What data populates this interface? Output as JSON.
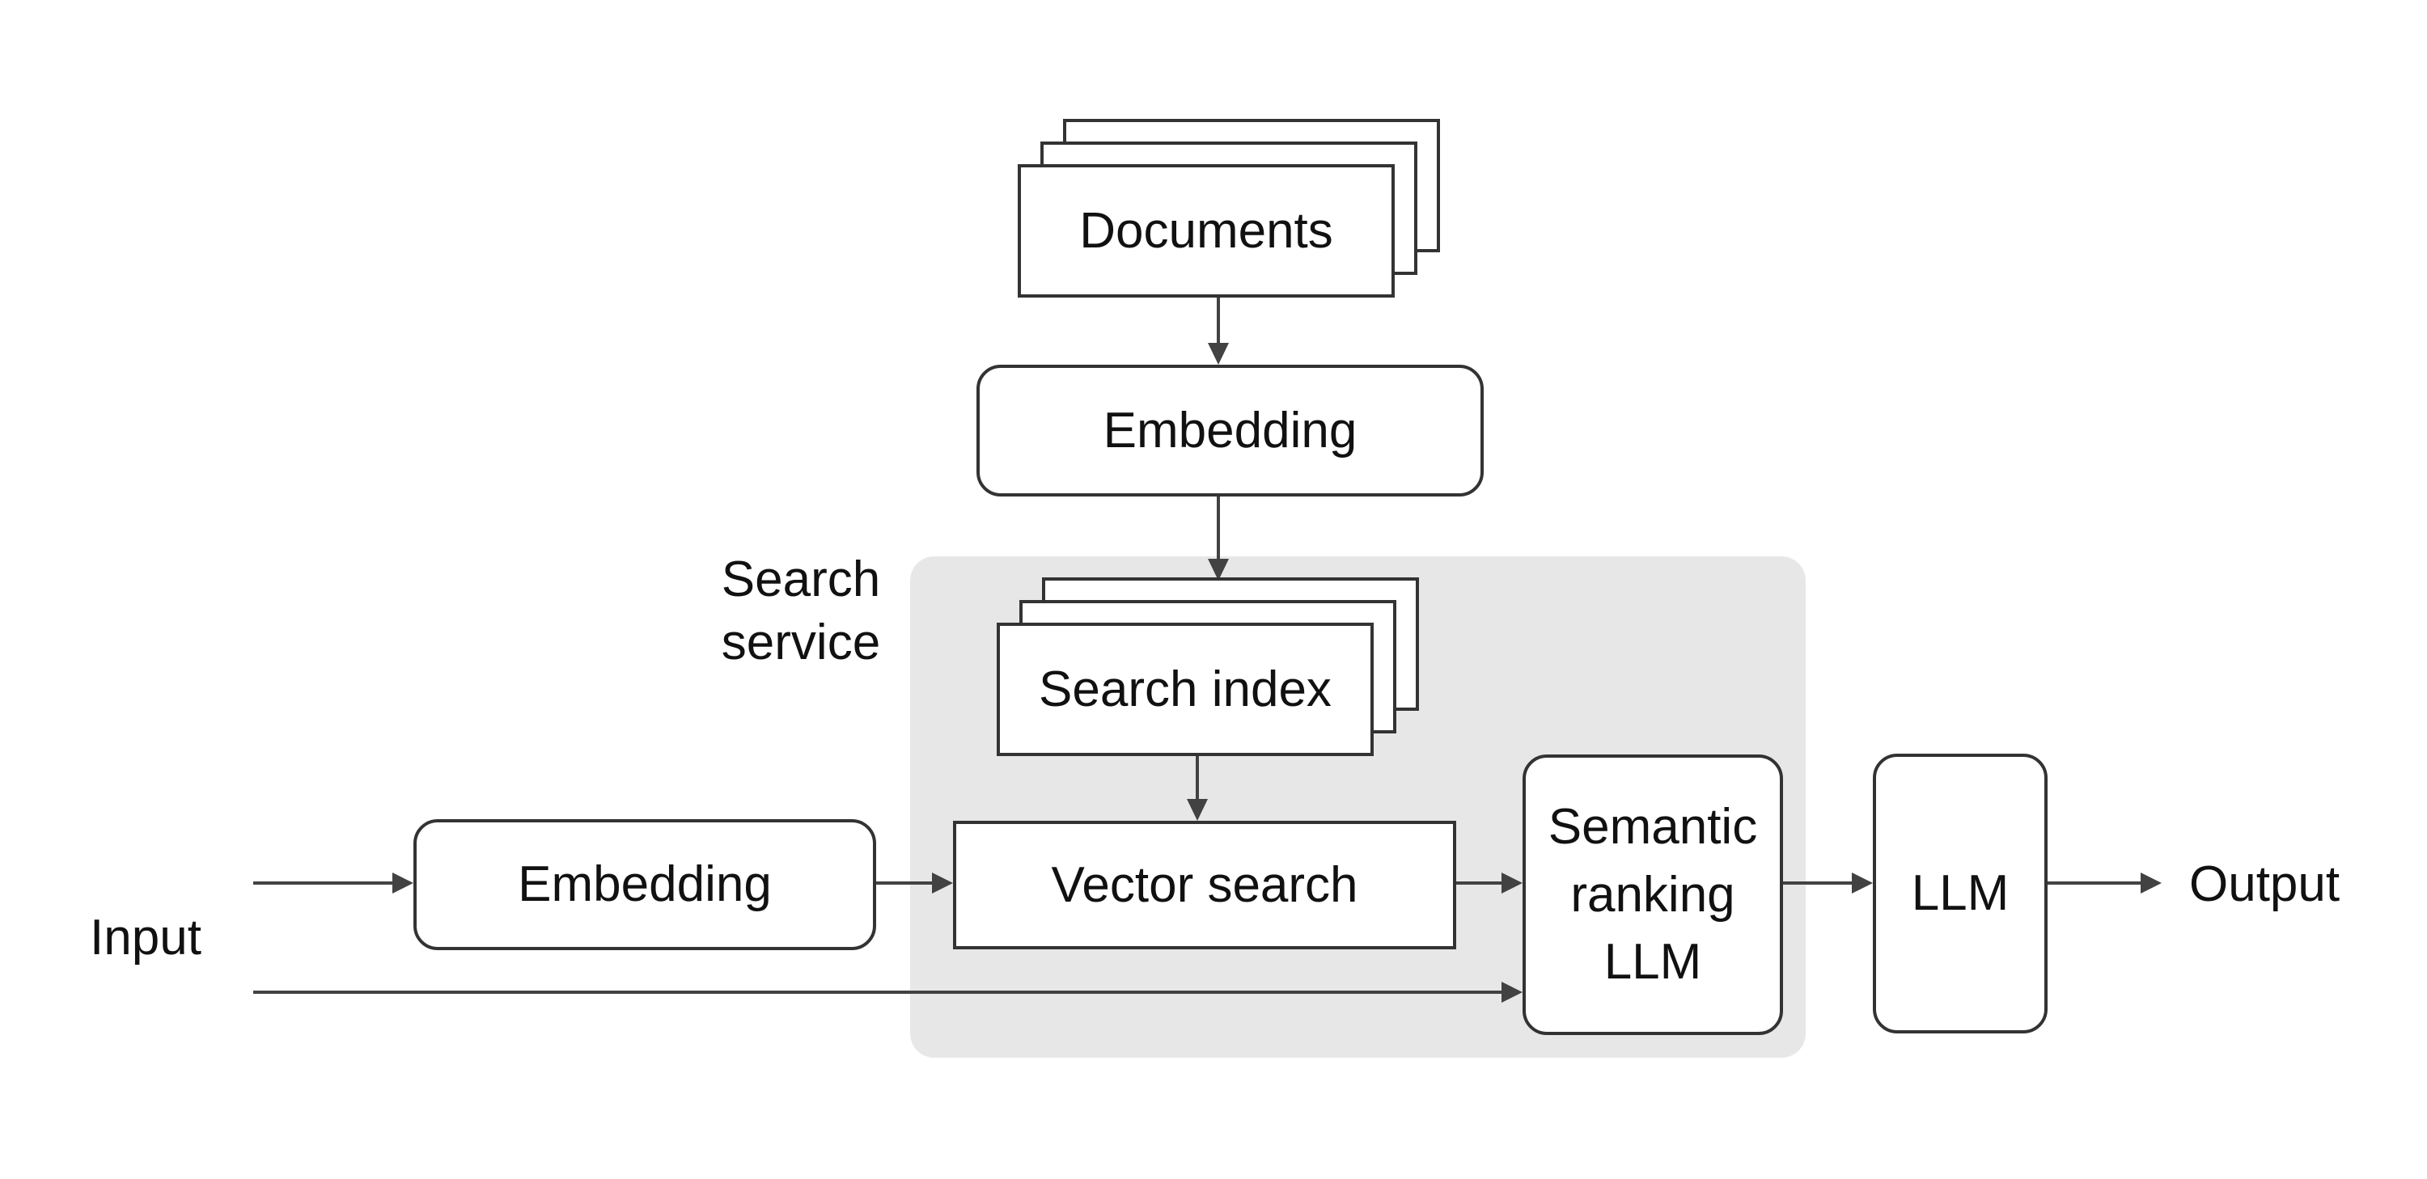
{
  "nodes": {
    "documents": {
      "label": "Documents"
    },
    "embedding_ingest": {
      "label": "Embedding"
    },
    "search_service": {
      "label": "Search service"
    },
    "search_index": {
      "label": "Search index"
    },
    "vector_search": {
      "label": "Vector search"
    },
    "embedding_query": {
      "label": "Embedding"
    },
    "semantic_ranking": {
      "label": "Semantic ranking LLM"
    },
    "llm": {
      "label": "LLM"
    },
    "input": {
      "label": "Input"
    },
    "output": {
      "label": "Output"
    }
  },
  "edges": [
    {
      "from": "documents",
      "to": "embedding_ingest"
    },
    {
      "from": "embedding_ingest",
      "to": "search_index"
    },
    {
      "from": "search_index",
      "to": "vector_search"
    },
    {
      "from": "input",
      "to": "embedding_query"
    },
    {
      "from": "embedding_query",
      "to": "vector_search"
    },
    {
      "from": "vector_search",
      "to": "semantic_ranking"
    },
    {
      "from": "input",
      "to": "semantic_ranking"
    },
    {
      "from": "semantic_ranking",
      "to": "llm"
    },
    {
      "from": "llm",
      "to": "output"
    }
  ],
  "colors": {
    "background": "#ffffff",
    "container_fill": "#e7e7e7",
    "box_fill": "#ffffff",
    "box_border": "#333333",
    "arrow": "#424242",
    "text": "#111111"
  }
}
